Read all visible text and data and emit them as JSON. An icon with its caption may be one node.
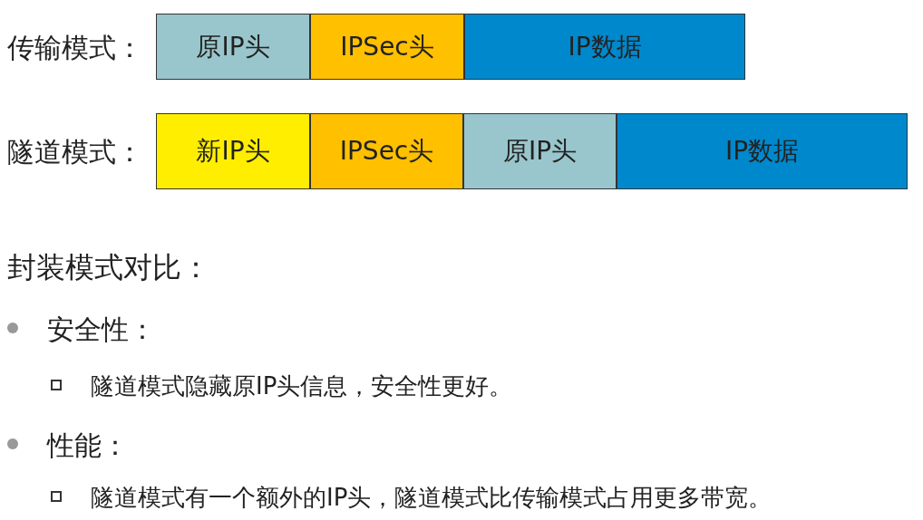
{
  "diagram": {
    "nodes": [
      {
        "text": [
          "原IP头"
        ]
      },
      {
        "text": [
          "IPSec头"
        ]
      },
      {
        "text": [
          "IP数据"
        ]
      },
      {
        "text": [
          "新IP头"
        ]
      },
      {
        "text": [
          "IPSec头"
        ]
      },
      {
        "text": [
          "原IP头"
        ]
      },
      {
        "text": [
          "IP数据"
        ]
      }
    ],
    "labels": [
      "传输模式：",
      "隧道模式：",
      "封装模式对比：",
      "安全性：",
      "隧道模式隐藏原IP头信息，安全性更好。",
      "性能：",
      "隧道模式有一个额外的IP头，隧道模式比传输模式占用更多带宽。"
    ]
  }
}
